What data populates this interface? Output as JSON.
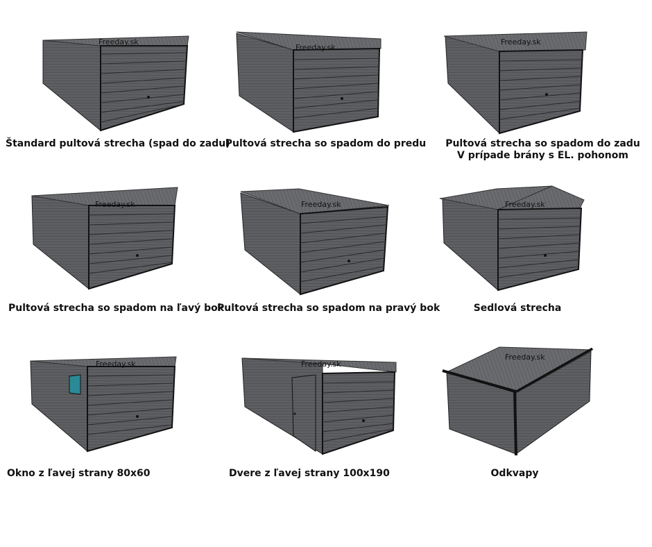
{
  "watermark": "Freeday.sk",
  "colors": {
    "wall": "#5a5b5f",
    "wall_dark": "#4a4b4f",
    "roof": "#6e6f73",
    "door": "#56575b",
    "outline": "#111111",
    "window": "#2a8a96"
  },
  "items": [
    {
      "caption": "Štandard pultová strecha (spad do zadu)",
      "caption2": ""
    },
    {
      "caption": "Pultová strecha so spadom do predu",
      "caption2": ""
    },
    {
      "caption": "Pultová strecha so spadom do zadu",
      "caption2": "V prípade brány s EL. pohonom"
    },
    {
      "caption": "Pultová strecha so spadom na ľavý bok",
      "caption2": ""
    },
    {
      "caption": "Pultová strecha so spadom na pravý bok",
      "caption2": ""
    },
    {
      "caption": "Sedlová strecha",
      "caption2": ""
    },
    {
      "caption": "Okno z ľavej strany 80x60",
      "caption2": ""
    },
    {
      "caption": "Dvere z ľavej strany 100x190",
      "caption2": ""
    },
    {
      "caption": "Odkvapy",
      "caption2": ""
    }
  ]
}
